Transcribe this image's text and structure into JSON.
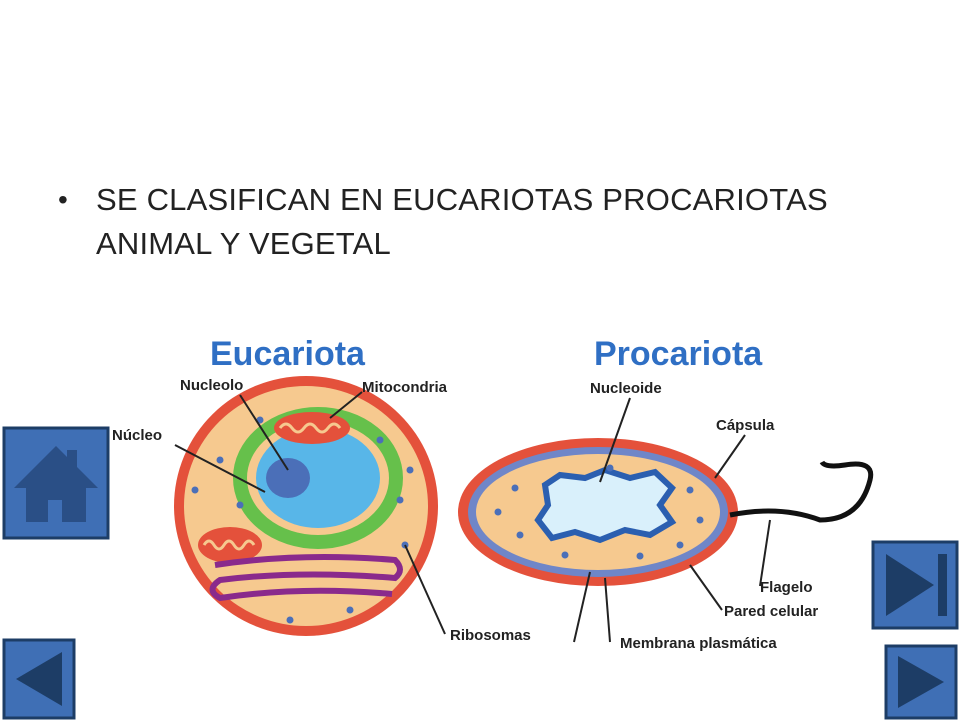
{
  "slide": {
    "bullet": "SE CLASIFICAN EN EUCARIOTAS PROCARIOTAS ANIMAL Y VEGETAL"
  },
  "diagram": {
    "eukaryote": {
      "title": "Eucariota",
      "labels": {
        "nucleolo": "Nucleolo",
        "mitocondria": "Mitocondria",
        "nucleo": "Núcleo",
        "ribosomas": "Ribosomas"
      }
    },
    "prokaryote": {
      "title": "Procariota",
      "labels": {
        "nucleoide": "Nucleoide",
        "capsula": "Cápsula",
        "flagelo": "Flagelo",
        "pared": "Pared celular",
        "membrana": "Membrana plasmática"
      }
    }
  },
  "nav": {
    "home": "home-icon",
    "end": "skip-forward-icon",
    "prev": "previous-icon",
    "next": "next-icon"
  },
  "colors": {
    "button_blue": "#3f6fb5",
    "button_dark": "#1d3d66",
    "title_blue": "#2f6fc4",
    "cell_red": "#e4513b",
    "cytoplasm": "#f6c98f",
    "nucleus": "#58b6e8",
    "er_green": "#66c04b",
    "er_purple": "#8a2a8c"
  }
}
